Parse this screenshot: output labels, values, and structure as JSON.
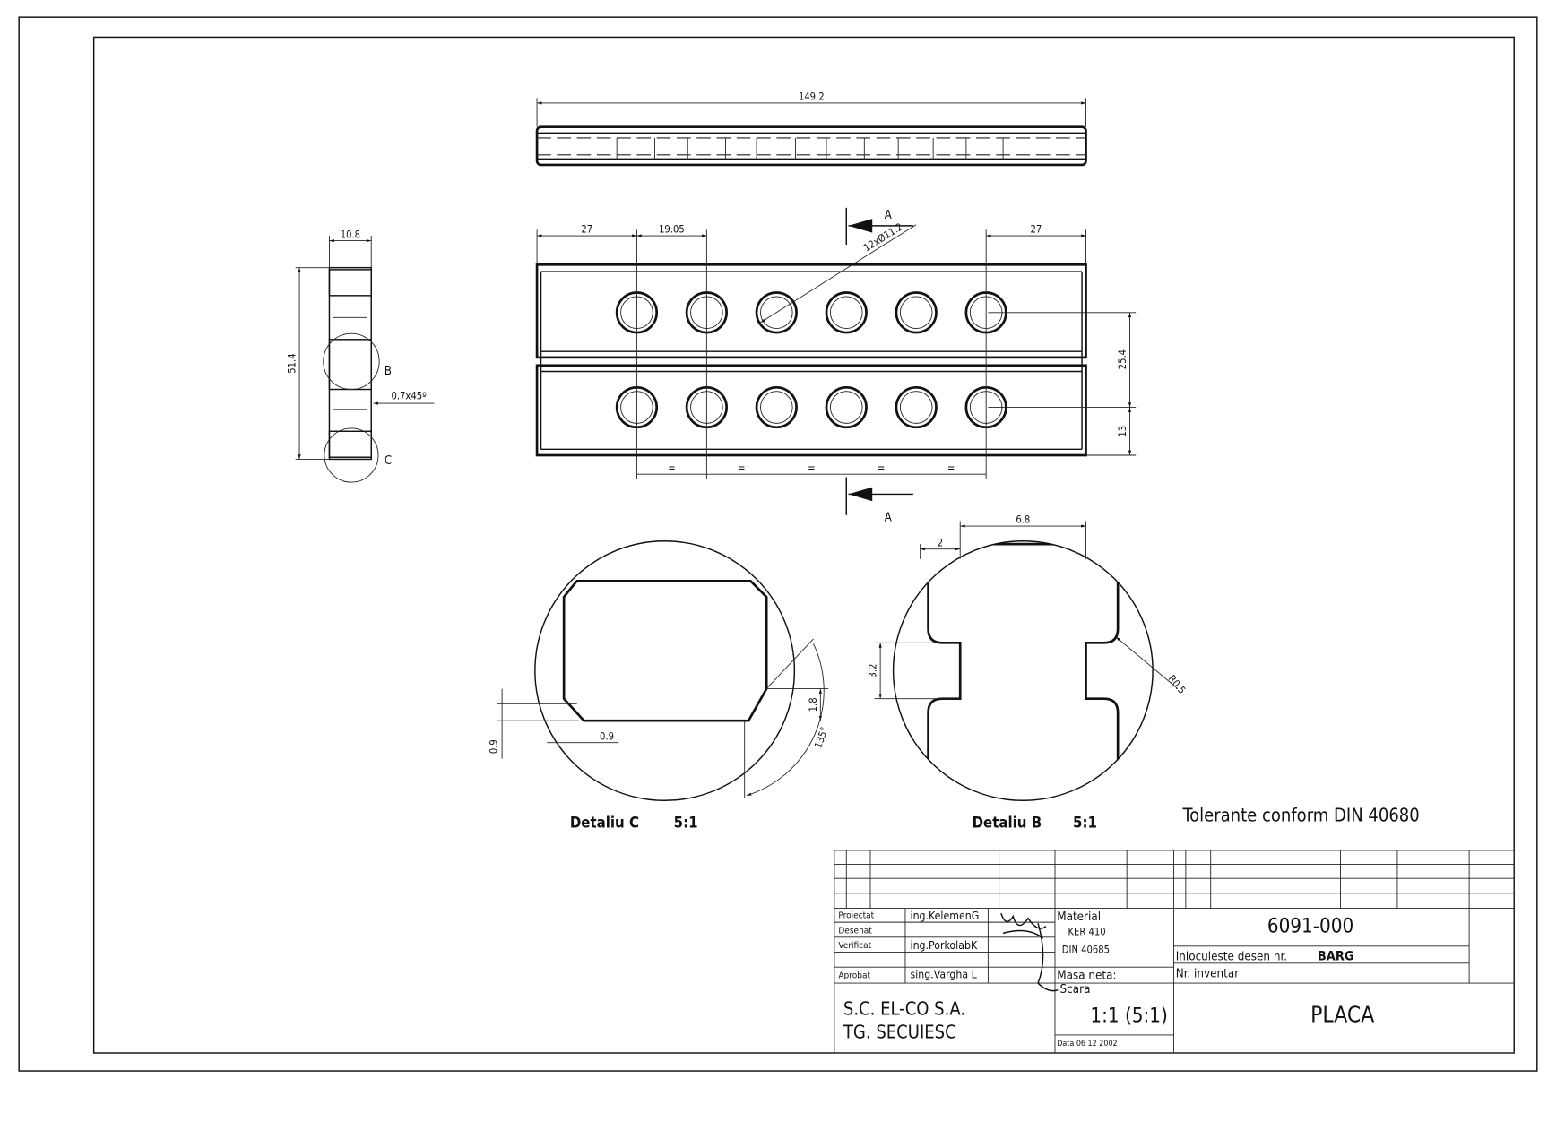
{
  "drawing": {
    "top_view": {
      "length_dim": "149.2"
    },
    "front_view": {
      "dim_left": "27",
      "dim_pitch": "19.05",
      "dim_right": "27",
      "hole_callout": "12xØ11.2",
      "dim_row_spacing": "25.4",
      "dim_bottom": "13",
      "equal_marks": [
        "=",
        "=",
        "=",
        "=",
        "="
      ],
      "section_label_top": "A",
      "section_label_bottom": "A"
    },
    "side_view": {
      "dim_width": "10.8",
      "dim_height": "51.4",
      "chamfer": "0.7x45º",
      "detail_b": "B",
      "detail_c": "C"
    },
    "detail_c": {
      "title": "Detaliu  C",
      "scale": "5:1",
      "dim_09a": "0.9",
      "dim_09b": "0.9",
      "dim_18": "1.8",
      "angle": "135°"
    },
    "detail_b": {
      "title": "Detaliu  B",
      "scale": "5:1",
      "dim_68": "6.8",
      "dim_2": "2",
      "dim_32": "3.2",
      "radius": "R0.5"
    },
    "tolerance_note": "Tolerante conform DIN 40680"
  },
  "title_block": {
    "roles": [
      "Proiectat",
      "Desenat",
      "Verificat",
      "Aprobat"
    ],
    "names": [
      "ing.KelemenG",
      "",
      "ing.PorkolabK",
      "sing.Vargha L"
    ],
    "material_label": "Material",
    "material_lines": [
      "KER 410",
      "DIN 40685"
    ],
    "drawing_number": "6091-000",
    "replaces_label": "Inlocuieste desen nr.",
    "replaces_value": "BARG",
    "inventory_label": "Nr. inventar",
    "mass_label": "Masa neta:",
    "scale_label": "Scara",
    "scale_value": "1:1  (5:1)",
    "date": "Data 06 12 2002",
    "company_line1": "S.C. EL-CO S.A.",
    "company_line2": "TG. SECUIESC",
    "part_name": "PLACA"
  }
}
